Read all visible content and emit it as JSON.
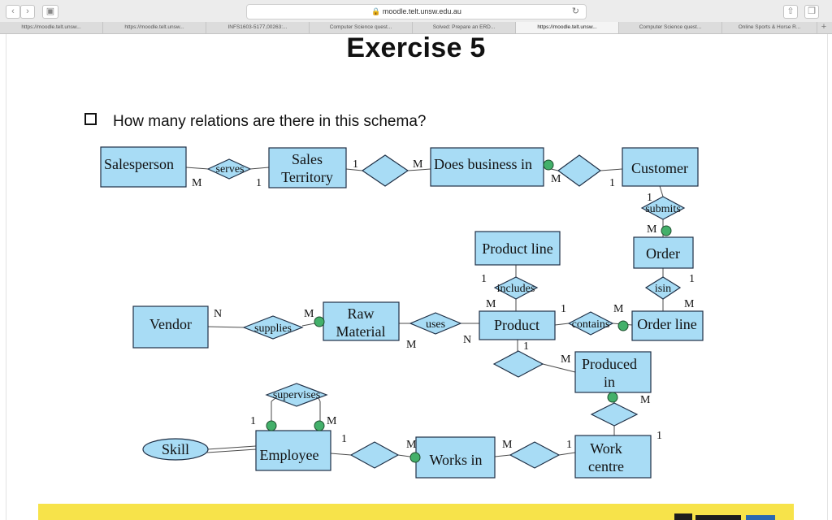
{
  "browser": {
    "url": "moodle.telt.unsw.edu.au",
    "tabs": [
      "https://moodle.telt.unsw...",
      "https://moodle.telt.unsw...",
      "INFS1603-5177,00263:...",
      "Computer Science quest...",
      "Solved: Prepare an ERD...",
      "https://moodle.telt.unsw...",
      "Computer Science quest...",
      "Online Sports & Horse R..."
    ],
    "active_tab_index": 5
  },
  "slide": {
    "title": "Exercise 5",
    "question": "How many relations are there in this schema?"
  },
  "erd": {
    "entities": {
      "salesperson": "Salesperson",
      "sales_territory_1": "Sales",
      "sales_territory_2": "Territory",
      "does_business_in": "Does business in",
      "customer": "Customer",
      "product_line": "Product line",
      "order": "Order",
      "vendor": "Vendor",
      "raw_material_1": "Raw",
      "raw_material_2": "Material",
      "product": "Product",
      "order_line": "Order line",
      "produced_in_1": "Produced",
      "produced_in_2": "in",
      "employee": "Employee",
      "works_in": "Works in",
      "work_centre_1": "Work",
      "work_centre_2": "centre"
    },
    "attributes": {
      "skill": "Skill"
    },
    "relationships": {
      "serves": "serves",
      "submits": "submits",
      "includes": "includes",
      "isin": "isin",
      "supplies": "supplies",
      "uses": "uses",
      "contains": "contains",
      "supervises": "supervises"
    },
    "cardinalities": {
      "serves_salesperson": "M",
      "serves_territory": "1",
      "territory_to_dbi_1": "1",
      "territory_to_dbi_m": "M",
      "dbi_m": "M",
      "customer_1": "1",
      "submits_1": "1",
      "submits_m": "M",
      "includes_1": "1",
      "includes_m": "M",
      "isin_1": "1",
      "isin_m": "M",
      "supplies_n": "N",
      "supplies_m": "M",
      "uses_m": "M",
      "uses_n": "N",
      "contains_1": "1",
      "contains_m": "M",
      "product_1": "1",
      "produced_m_left": "M",
      "produced_m_bottom": "M",
      "supervises_1": "1",
      "supervises_m": "M",
      "employee_1": "1",
      "works_in_m_left": "M",
      "works_in_m_right": "M",
      "work_centre_1_left": "1",
      "work_centre_1_top": "1"
    }
  }
}
